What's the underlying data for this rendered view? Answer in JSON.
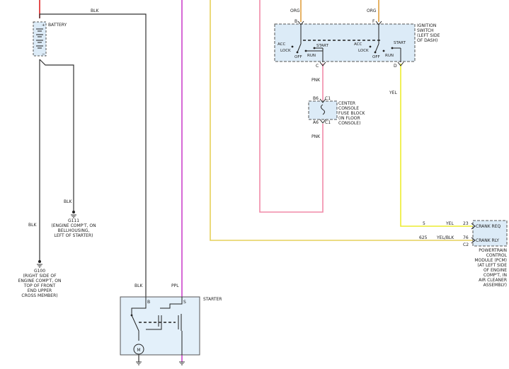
{
  "colors": {
    "red": "#dd2020",
    "black": "#333333",
    "purple": "#cc44cc",
    "orange": "#e0a040",
    "pink": "#f08aa8",
    "yellow": "#ecec30",
    "khaki": "#e6d05a"
  },
  "battery": {
    "label": "BATTERY",
    "wire_top": "BLK",
    "wire_left": "BLK",
    "plus": "+",
    "minus": "−"
  },
  "ground_g111": {
    "wire": "BLK",
    "name": "G111",
    "desc": [
      "(ENGINE COMP'T, ON",
      "BELLHOUSING,",
      "LEFT OF STARTER)"
    ]
  },
  "ground_g100": {
    "name": "G100",
    "desc": [
      "(RIGHT SIDE OF",
      "ENGINE COMP'T, ON",
      "TOP OF FRONT",
      "END UPPER",
      "CROSS MEMBER)"
    ]
  },
  "ignition": {
    "wire_b": "ORG",
    "wire_f": "ORG",
    "term_b": "B",
    "term_f": "F",
    "term_c": "C",
    "term_d": "D",
    "label": [
      "IGNITION",
      "SWITCH",
      "(LEFT SIDE",
      "OF DASH)"
    ],
    "positions": [
      "ACC",
      "LOCK",
      "OFF",
      "RUN",
      "START"
    ]
  },
  "wire_pink_upper": "PNK",
  "wire_pink_lower": "PNK",
  "wire_yel_vertical": "YEL",
  "fuse_block": {
    "term_top": "C1",
    "pin_top": "B6",
    "term_bottom": "C1",
    "pin_bottom": "A6",
    "label": [
      "CENTER",
      "CONSOLE",
      "FUSE BLOCK",
      "(IN FLOOR",
      "CONSOLE)"
    ]
  },
  "pcm": {
    "row1_circuit": "5",
    "row1_wire": "YEL",
    "row1_pin": "23",
    "row1_label": "CRANK REQ",
    "row2_circuit": "625",
    "row2_wire": "YEL/BLK",
    "row2_pin": "76",
    "row2_label": "CRANK RLY",
    "connector": "C2",
    "label": [
      "POWERTRAIN",
      "CONTROL",
      "MODULE (PCM)",
      "(AT LEFT SIDE",
      "OF ENGINE",
      "COMP'T, IN",
      "AIR CLEANER",
      "ASSEMBLY)"
    ]
  },
  "starter": {
    "label": "STARTER",
    "wire_b": "BLK",
    "wire_s": "PPL",
    "term_b": "B",
    "term_s": "S",
    "motor": "M"
  }
}
